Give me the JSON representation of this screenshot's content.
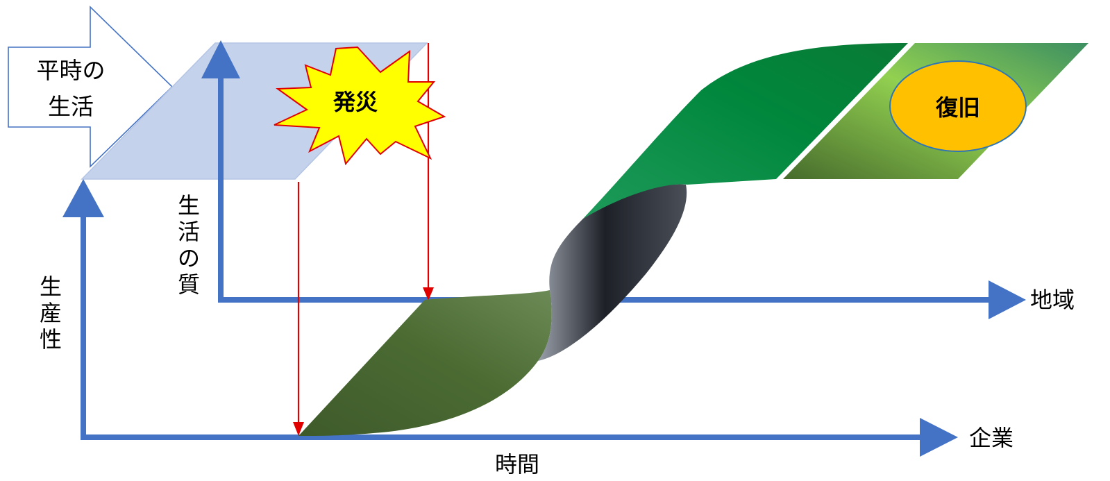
{
  "labels": {
    "normal_life": [
      "平時の",
      "生活"
    ],
    "disaster": "発災",
    "recovery": "復旧",
    "quality_of_life": [
      "生",
      "活",
      "の",
      "質"
    ],
    "productivity": [
      "生",
      "産",
      "性"
    ],
    "region": "地域",
    "company": "企業",
    "time": "時間"
  },
  "colors": {
    "axis_blue": "#4472C4",
    "plane_blue": "#C5D2EC",
    "arrow_red": "#E00000",
    "burst_yellow": "#FFFF00",
    "burst_outline": "#E00000",
    "recovery_ellipse": "#FFC000",
    "dark_green": "#3F5E2A",
    "bright_green": "#00873C",
    "light_green": "#92D050"
  }
}
